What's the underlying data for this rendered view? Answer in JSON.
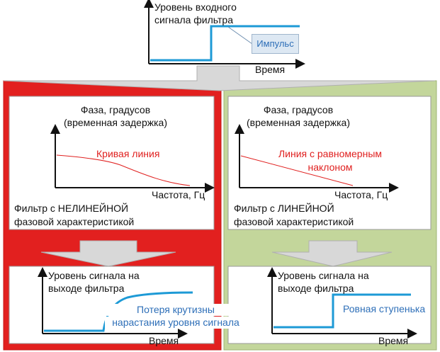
{
  "top": {
    "ylabel_line1": "Уровень входного",
    "ylabel_line2": "сигнала фильтра",
    "xlabel": "Время",
    "callout": "Импульс"
  },
  "left": {
    "phase": {
      "ylabel_line1": "Фаза, градусов",
      "ylabel_line2": "(временная задержка)",
      "curve_label": "Кривая линия",
      "xlabel": "Частота, Гц",
      "caption_line1": "Фильтр с НЕЛИНЕЙНОЙ",
      "caption_line2": "фазовой характеристикой"
    },
    "output": {
      "ylabel_line1": "Уровень сигнала на",
      "ylabel_line2": "выходе фильтра",
      "note_line1": "Потеря крутизны",
      "note_line2": "нарастания уровня сигнала",
      "xlabel": "Время"
    }
  },
  "right": {
    "phase": {
      "ylabel_line1": "Фаза, градусов",
      "ylabel_line2": "(временная задержка)",
      "curve_label_line1": "Линия с равномерным",
      "curve_label_line2": "наклоном",
      "xlabel": "Частота, Гц",
      "caption_line1": "Фильтр с ЛИНЕЙНОЙ",
      "caption_line2": "фазовой характеристикой"
    },
    "output": {
      "ylabel_line1": "Уровень сигнала на",
      "ylabel_line2": "выходе фильтра",
      "note": "Ровная ступенька",
      "xlabel": "Время"
    }
  },
  "colors": {
    "left_panel": "#e2201f",
    "right_panel": "#c3d69b",
    "signal": "#1d9ad6",
    "curve": "#e0201f",
    "arrow": "#d4d4d4"
  }
}
